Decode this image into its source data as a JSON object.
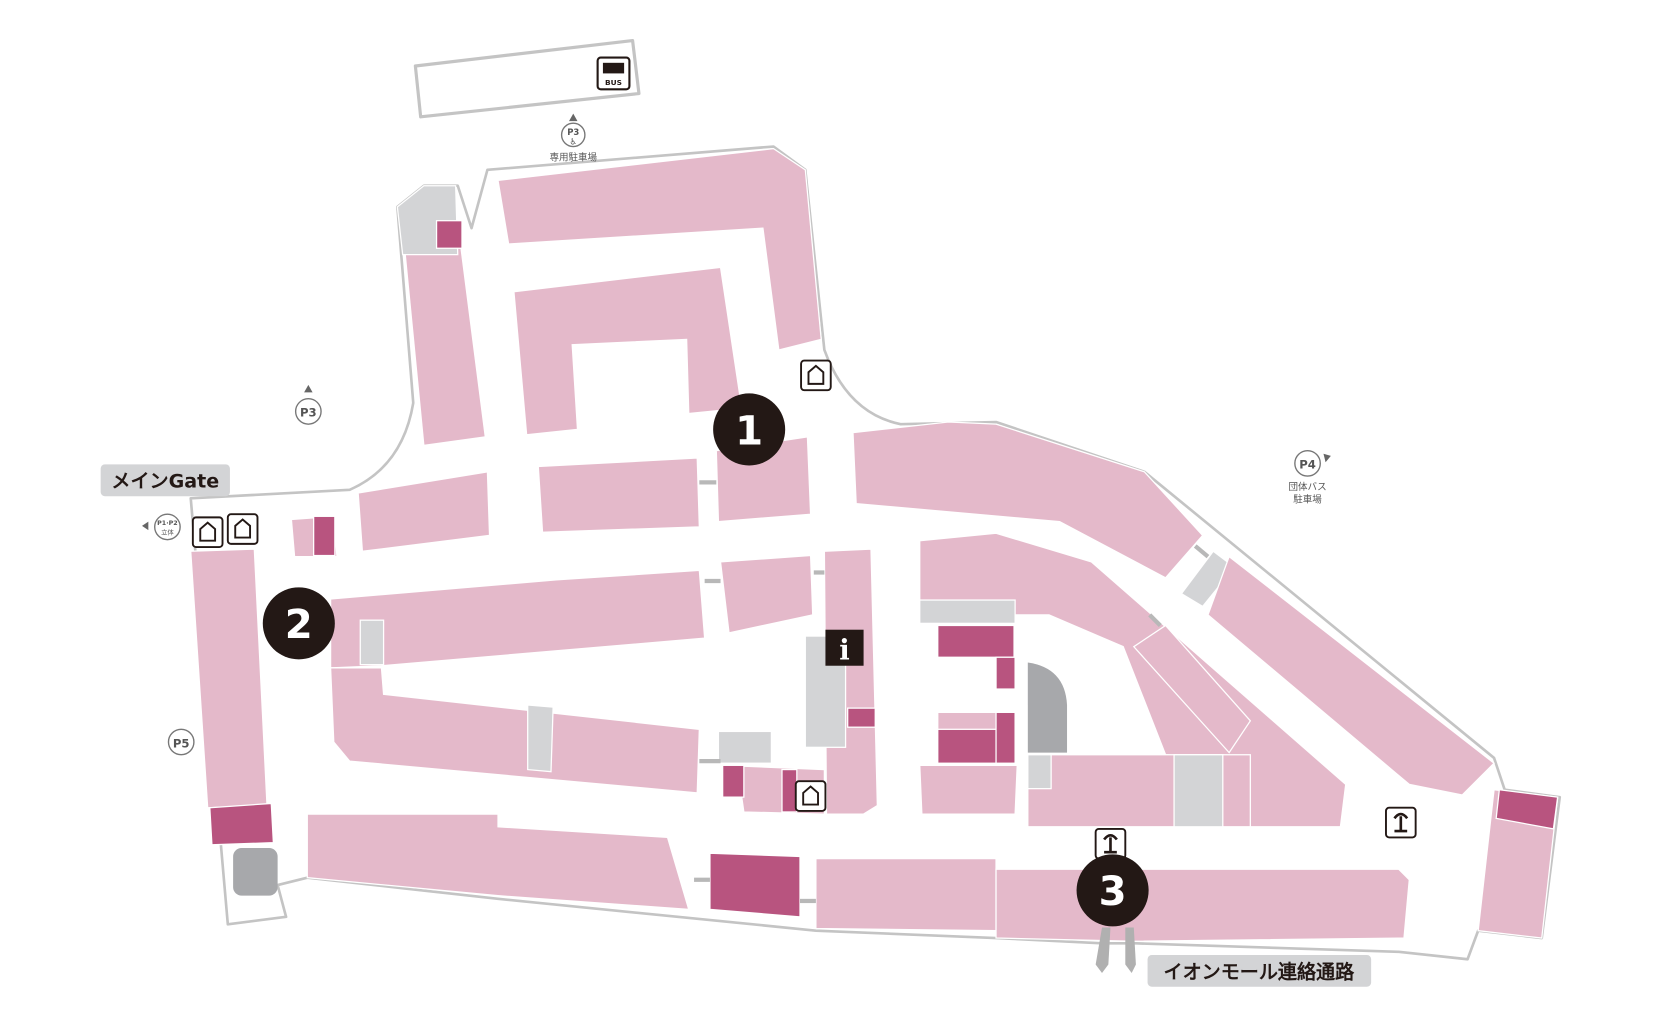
{
  "map": {
    "main_gate_label": "メインGate",
    "aeon_link_label": "イオンモール連絡通路",
    "zones": [
      {
        "number": "1"
      },
      {
        "number": "2"
      },
      {
        "number": "3"
      }
    ],
    "parking": {
      "p3_top": {
        "code": "P3",
        "note": "専用駐車場"
      },
      "p3_left": {
        "code": "P3"
      },
      "p4": {
        "code": "P4",
        "note_line1": "団体バス",
        "note_line2": "駐車場"
      },
      "p1p2": {
        "code": "P1·P2",
        "note": "立体"
      },
      "p5": {
        "code": "P5"
      }
    },
    "bus_label": "BUS",
    "info_label": "i",
    "colors": {
      "shop": "#e4b9ca",
      "shop_highlight": "#b8547f",
      "facility": "#d3d4d6",
      "zone_marker": "#231815",
      "outline": "#c4c4c4"
    }
  }
}
